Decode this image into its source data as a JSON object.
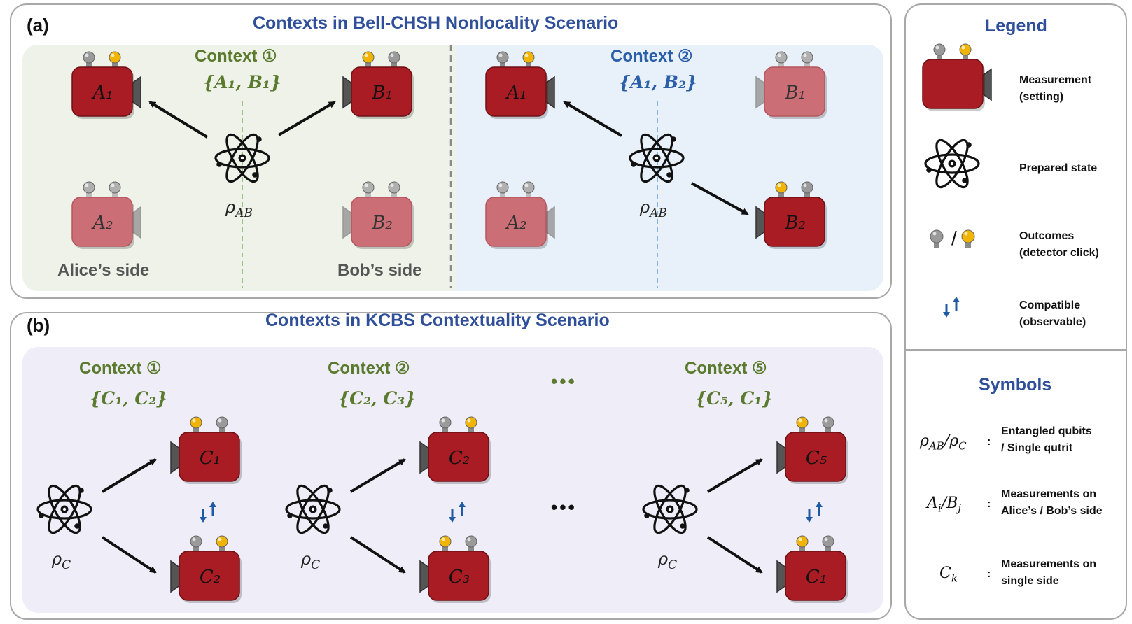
{
  "panel_a": {
    "letter": "(a)",
    "title": "Contexts in Bell-CHSH Nonlocality Scenario",
    "context1_label": "Context ①",
    "context1_set": "{A₁, B₁}",
    "context2_label": "Context ②",
    "context2_set": "{A₁, B₂}",
    "alice_side": "Alice’s side",
    "bob_side": "Bob’s side",
    "state": "ρAB",
    "devices": {
      "a1": "A₁",
      "a2": "A₂",
      "b1": "B₁",
      "b2": "B₂"
    }
  },
  "panel_b": {
    "letter": "(b)",
    "title": "Contexts in KCBS Contextuality Scenario",
    "context1_label": "Context ①",
    "context1_set": "{C₁, C₂}",
    "context2_label": "Context ②",
    "context2_set": "{C₂, C₃}",
    "context5_label": "Context ⑤",
    "context5_set": "{C₅, C₁}",
    "ellipsis": "• • •",
    "ellipsis_mid": "• • •",
    "state": "ρC",
    "devices": {
      "c1": "C₁",
      "c2": "C₂",
      "c3": "C₃",
      "c5": "C₅"
    }
  },
  "legend": {
    "title": "Legend",
    "measurement_label": "Measurement",
    "measurement_sub": "(setting)",
    "state_label": "Prepared state",
    "outcomes_label": "Outcomes",
    "outcomes_sub": "(detector click)",
    "compatible_label": "Compatible",
    "compatible_sub": "(observable)",
    "slash": "/"
  },
  "symbols": {
    "title": "Symbols",
    "items": [
      {
        "symbol": "ρAB/ρC",
        "colon": ":",
        "line1": "Entangled qubits",
        "line2": "/ Single qutrit"
      },
      {
        "symbol": "Ai/Bj",
        "colon": ":",
        "line1": "Measurements on",
        "line2": "Alice’s / Bob’s side"
      },
      {
        "symbol": "Ck",
        "colon": ":",
        "line1": "Measurements on",
        "line2": "single side"
      }
    ]
  },
  "colors": {
    "device_active": "#a91c24",
    "device_faded": "#cc6e76",
    "bulb_off": "#9a9a9a",
    "bulb_on": "#f1b400",
    "title_blue": "#2f4f9b",
    "context_green": "#5a7a2e",
    "context_blue": "#2a5ea8",
    "compat_blue": "#1f5aa6"
  }
}
